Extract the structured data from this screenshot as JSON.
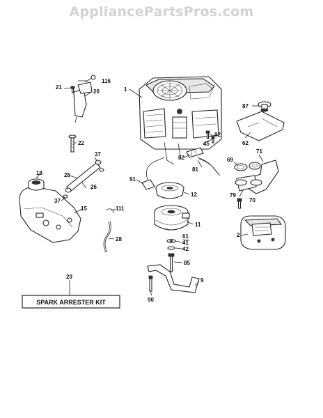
{
  "watermark": "AppliancePartsPros.com",
  "box_label": "SPARK ARRESTER KIT",
  "labels": {
    "p1": "1",
    "p2": "2",
    "p9": "9",
    "p11": "11",
    "p12": "12",
    "p15": "15",
    "p18": "18",
    "p20": "20",
    "p21": "21",
    "p22": "22",
    "p26": "26",
    "p28a": "28",
    "p28b": "28",
    "p29": "29",
    "p37a": "37",
    "p37b": "37",
    "p41": "41",
    "p42": "42",
    "p45": "45",
    "p61": "61",
    "p62": "62",
    "p69": "69",
    "p70": "70",
    "p71": "71",
    "p79": "79",
    "p81": "81",
    "p82": "82",
    "p85": "85",
    "p87": "87",
    "p90": "90",
    "p91": "91",
    "p92": "92",
    "p111": "111",
    "p116": "116"
  }
}
